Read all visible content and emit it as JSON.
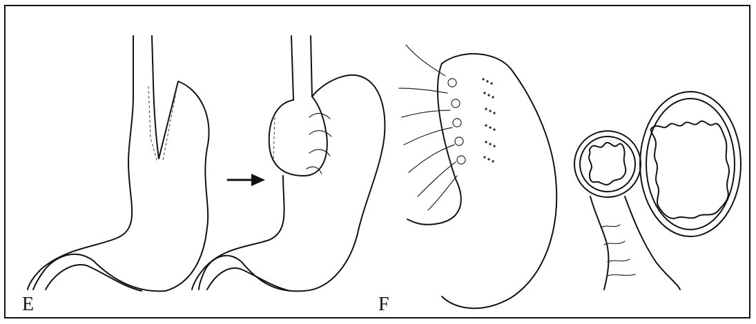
{
  "figure": {
    "panels": [
      {
        "label": "E",
        "description_icon": "stomach-plication-diagram"
      },
      {
        "label": "F",
        "description_icon": "fundoplication-suture-diagram"
      }
    ],
    "colors": {
      "ink": "#111111",
      "background": "#ffffff"
    }
  }
}
